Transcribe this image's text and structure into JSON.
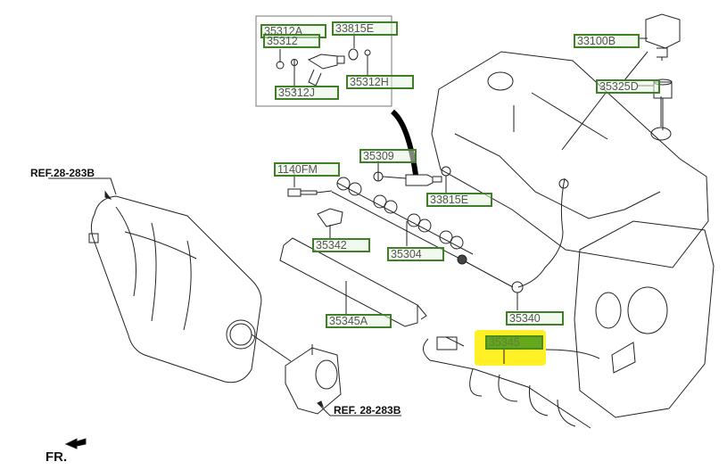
{
  "diagram": {
    "title": "Engine intake / fuel injection parts diagram",
    "highlight_color": "#ffee00",
    "label_border_color": "#3f7f28",
    "inset_box_labels": [
      "35312A",
      "35312",
      "33815E",
      "35312J",
      "35312H"
    ],
    "part_labels": {
      "p35312A": "35312A",
      "p35312": "35312",
      "p33815E_top": "33815E",
      "p35312J": "35312J",
      "p35312H": "35312H",
      "p33100B": "33100B",
      "p35325D": "35325D",
      "p35309": "35309",
      "p1140FM": "1140FM",
      "p33815E": "33815E",
      "p35342": "35342",
      "p35304": "35304",
      "p35345A": "35345A",
      "p35340": "35340",
      "p35345": "35345"
    },
    "highlighted_part": "35345",
    "references": {
      "ref_top": "REF.28-283B",
      "ref_bottom": "REF. 28-283B"
    },
    "orientation": {
      "label": "FR.",
      "icon": "front-arrow-icon"
    }
  }
}
